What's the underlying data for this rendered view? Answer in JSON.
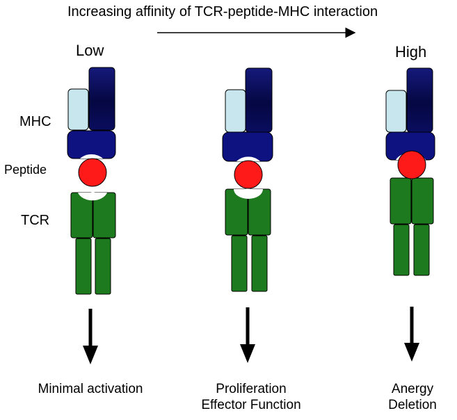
{
  "header": {
    "title": "Increasing affinity of TCR-peptide-MHC interaction"
  },
  "levels": {
    "low": "Low",
    "high": "High"
  },
  "labels": {
    "mhc": "MHC",
    "peptide": "Peptide",
    "tcr": "TCR"
  },
  "outcomes": [
    {
      "lines": [
        "Minimal activation"
      ]
    },
    {
      "lines": [
        "Proliferation",
        "Effector Function"
      ]
    },
    {
      "lines": [
        "Anergy",
        "Deletion"
      ]
    }
  ],
  "colors": {
    "mhc_dark": "#0a0d6e",
    "mhc_light": "#c7e6ee",
    "peptide": "#ff1a1a",
    "tcr": "#1e7a1e",
    "arrow": "#000000"
  }
}
